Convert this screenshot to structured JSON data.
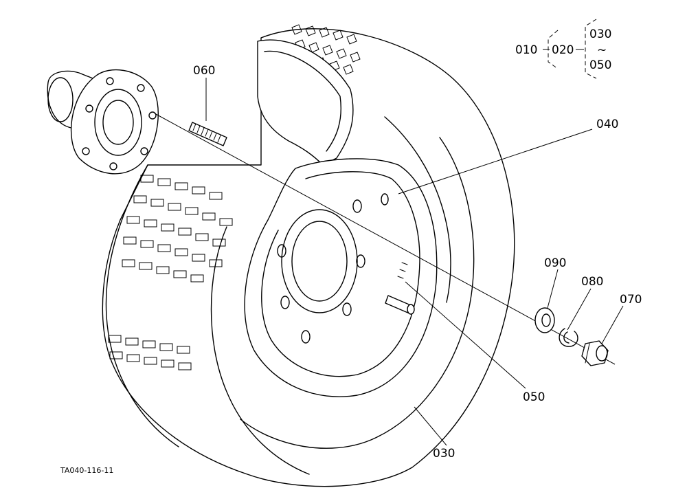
{
  "figure_code": "TA040-116-11",
  "hierarchy": {
    "root": "010",
    "child": "020",
    "range_start": "030",
    "range_sep": "~",
    "range_end": "050"
  },
  "callouts": [
    {
      "id": "060"
    },
    {
      "id": "040"
    },
    {
      "id": "090"
    },
    {
      "id": "080"
    },
    {
      "id": "070"
    },
    {
      "id": "050"
    },
    {
      "id": "030"
    }
  ],
  "icons": {
    "hub": "hub-flange-icon",
    "stud": "wheel-stud-icon",
    "tire": "tire-icon",
    "rim": "wheel-rim-icon",
    "washer": "flat-washer-icon",
    "spring_washer": "spring-washer-icon",
    "nut": "wheel-nut-icon",
    "valve": "valve-stem-icon"
  },
  "colors": {
    "ink": "#000000",
    "paper": "#ffffff"
  }
}
